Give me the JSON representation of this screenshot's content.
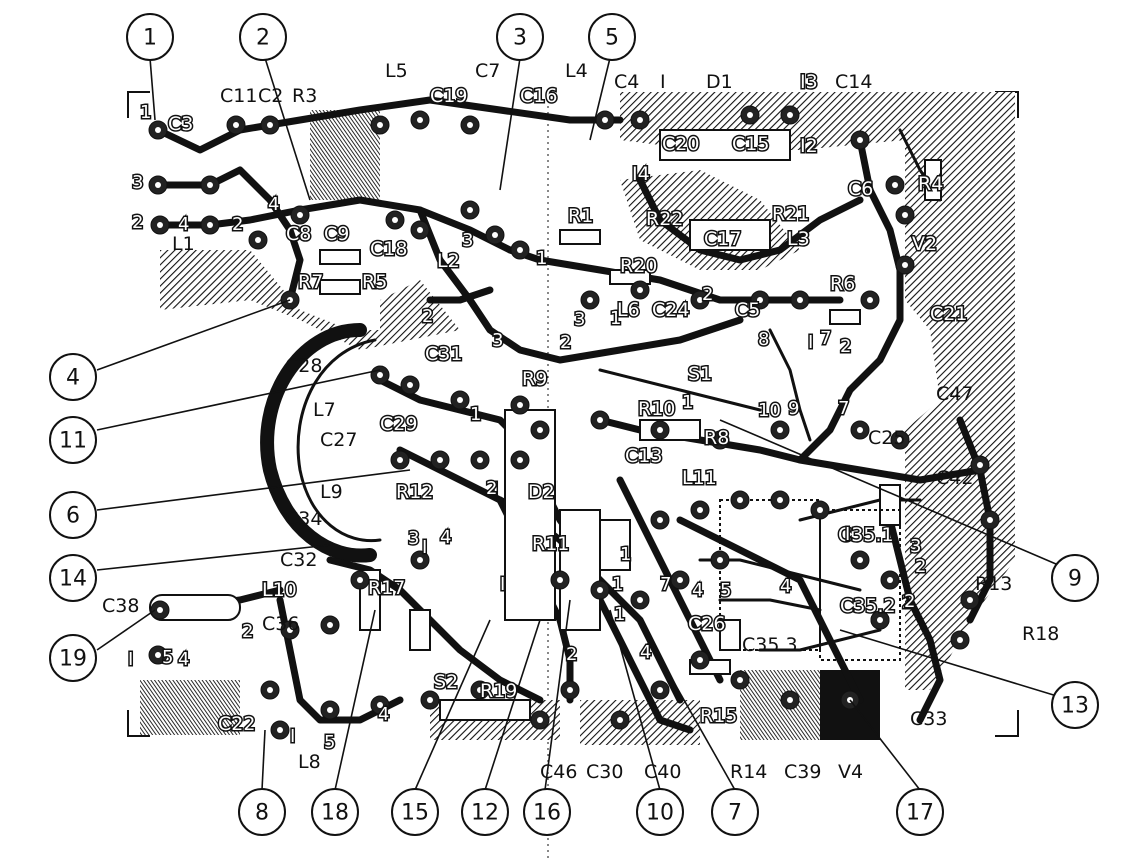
{
  "callouts": [
    {
      "id": "c1",
      "label": "1"
    },
    {
      "id": "c2",
      "label": "2"
    },
    {
      "id": "c3",
      "label": "3"
    },
    {
      "id": "c5",
      "label": "5"
    },
    {
      "id": "c4",
      "label": "4"
    },
    {
      "id": "c11",
      "label": "11"
    },
    {
      "id": "c6",
      "label": "6"
    },
    {
      "id": "c14",
      "label": "14"
    },
    {
      "id": "c19",
      "label": "19"
    },
    {
      "id": "c8",
      "label": "8"
    },
    {
      "id": "c18",
      "label": "18"
    },
    {
      "id": "c15",
      "label": "15"
    },
    {
      "id": "c12",
      "label": "12"
    },
    {
      "id": "c16",
      "label": "16"
    },
    {
      "id": "c10",
      "label": "10"
    },
    {
      "id": "c7",
      "label": "7"
    },
    {
      "id": "c17",
      "label": "17"
    },
    {
      "id": "c13",
      "label": "13"
    },
    {
      "id": "c9",
      "label": "9"
    }
  ],
  "components": [
    "L5",
    "C7",
    "L4",
    "C4",
    "I",
    "D1",
    "I3",
    "C14",
    "C11",
    "C2",
    "R3",
    "C19",
    "C16",
    "C3",
    "C20",
    "C15",
    "I4",
    "I2",
    "C6",
    "R4",
    "R22",
    "R21",
    "R1",
    "C17",
    "L3",
    "V2",
    "C8",
    "C9",
    "C18",
    "L2",
    "L1",
    "R7",
    "R5",
    "R20",
    "L6",
    "C24",
    "C5",
    "R6",
    "C21",
    "C28",
    "C31",
    "S1",
    "R9",
    "R10",
    "C47",
    "L7",
    "C29",
    "R8",
    "C25",
    "C27",
    "C13",
    "L11",
    "C42",
    "L9",
    "R12",
    "D2",
    "C34",
    "C36",
    "C32",
    "R11",
    "C35.1",
    "R13",
    "C38",
    "L10",
    "R17",
    "C35.2",
    "R18",
    "C35.3",
    "C26",
    "S2",
    "R19",
    "R15",
    "C33",
    "C22",
    "L8",
    "C46",
    "C30",
    "C40",
    "R14",
    "C39",
    "V4"
  ],
  "pins": [
    "1",
    "3",
    "2",
    "4",
    "2",
    "3",
    "4",
    "3",
    "2",
    "1",
    "2",
    "1",
    "2",
    "3",
    "1",
    "I",
    "3",
    "4",
    "2",
    "3",
    "1",
    "4",
    "5",
    "1",
    "2",
    "I",
    "1",
    "10",
    "9",
    "7",
    "2",
    "7",
    "8",
    "I",
    "2",
    "I",
    "2",
    "5",
    "4",
    "4",
    "5",
    "I",
    "2",
    "4",
    "1",
    "7",
    "4",
    "I",
    "2",
    "I"
  ]
}
